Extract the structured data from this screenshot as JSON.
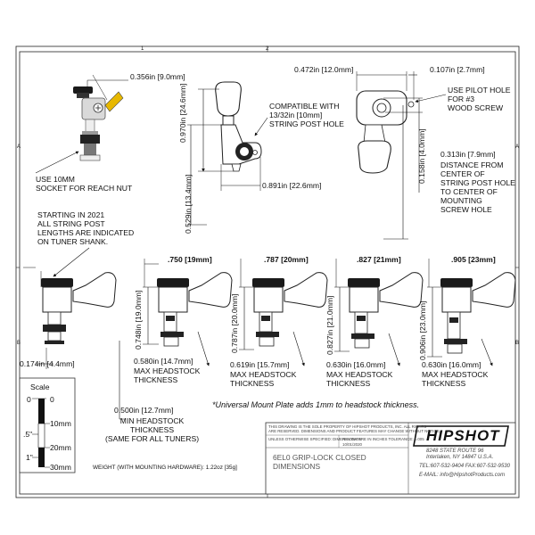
{
  "title_block": {
    "part_name": "6EL0 GRIP-LOCK CLOSED\nDIMENSIONS",
    "weight_note": "WEIGHT (WITH MOUNTING HARDWARE): 1.22oz [35g]",
    "address_line1": "8248 STATE ROUTE 96",
    "address_line2": "Interlaken, NY 14847 U.S.A.",
    "phone_line": "TEL:607-532-9404 FAX:607-532-9530",
    "email_line": "E-MAIL: info@HipshotProducts.com",
    "logo_text": "HIPSHOT",
    "fine_print_1": "THIS DRAWING IS THE SOLE PROPERTY OF HIPSHOT PRODUCTS, INC. ALL RIGHTS",
    "fine_print_2": "ARE RESERVED. DIMENSIONS AND PRODUCT FEATURES MAY CHANGE WITHOUT NOTICE.",
    "fine_print_3": "UNLESS OTHERWISE SPECIFIED: DIMENSIONS ARE IN INCHES TOLERANCE: ±.005",
    "rev_label": "REV DATE",
    "rev_date": "10/01/2020"
  },
  "border": {
    "zone_top_1": "1",
    "zone_top_2": "2",
    "zone_side_a": "A",
    "zone_side_b": "B"
  },
  "scale": {
    "label": "Scale",
    "ticks": [
      "0",
      "10mm",
      "20mm",
      "30mm"
    ],
    "inch_ticks": [
      "0",
      ".5\"",
      "1\""
    ]
  },
  "top_left": {
    "dim": "0.356in [9.0mm]",
    "note": "USE 10MM\nSOCKET FOR REACH NUT"
  },
  "top_middle": {
    "dim_height": "0.970in [24.6mm]",
    "dim_post": "0.529in [13.4mm]",
    "dim_width": "0.891in [22.6mm]",
    "note": "COMPATIBLE WITH\n13/32in [10mm]\nSTRING POST HOLE"
  },
  "top_right": {
    "dim_width": "0.472in [12.0mm]",
    "dim_screw": "0.107in [2.7mm]",
    "dim_hole": "0.158in [4.0mm]",
    "dim_dist": "0.313in [7.9mm]",
    "note_pilot": "USE PILOT HOLE\nFOR #3\nWOOD SCREW",
    "note_dist": "DISTANCE FROM\nCENTER OF\nSTRING POST HOLE\nTO CENTER OF\nMOUNTING\nSCREW HOLE"
  },
  "string_note": "STARTING IN 2021\nALL STRING POST\nLENGTHS ARE INDICATED\nON TUNER SHANK.",
  "tuners": [
    {
      "header": "",
      "post": "",
      "headstock": "0.174in [4.4mm]"
    },
    {
      "header": ".750 [19mm]",
      "post": "0.748in [19.0mm]",
      "headstock": "0.580in [14.7mm]"
    },
    {
      "header": ".787 [20mm]",
      "post": "0.787in [20.0mm]",
      "headstock": "0.619in [15.7mm]"
    },
    {
      "header": ".827 [21mm]",
      "post": "0.827in [21.0mm]",
      "headstock": "0.630in [16.0mm]"
    },
    {
      "header": ".905 [23mm]",
      "post": "0.906in [23.0mm]",
      "headstock": "0.630in [16.0mm]"
    }
  ],
  "max_headstock": "MAX HEADSTOCK\nTHICKNESS",
  "min_headstock": {
    "dim": "0.500in [12.7mm]",
    "text": "MIN HEADSTOCK\nTHICKNESS\n(SAME FOR ALL TUNERS)"
  },
  "mount_note": "*Universal Mount Plate adds 1mm to headstock thickness."
}
